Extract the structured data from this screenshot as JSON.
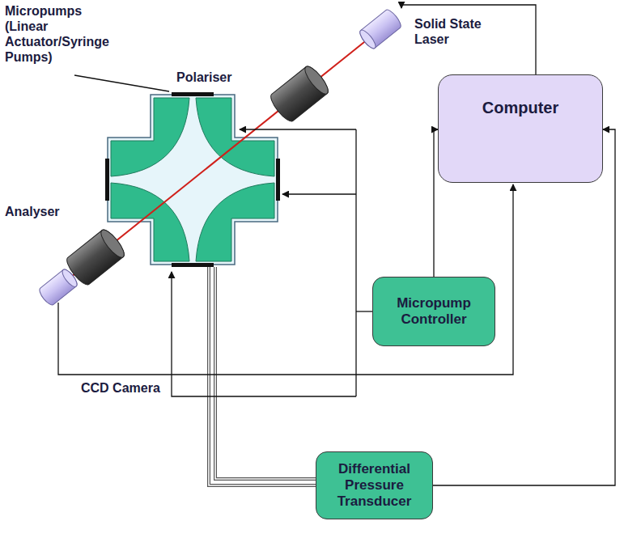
{
  "diagram": {
    "nodes": [
      {
        "text": [
          "Computer"
        ]
      },
      {
        "text": [
          "Micropump Controller"
        ]
      },
      {
        "text": [
          "Differential Pressure Transducer"
        ]
      }
    ],
    "edges": [
      {
        "from": 1,
        "to": 0,
        "arrow": "to"
      },
      {
        "from": 2,
        "to": 0,
        "arrow": "to"
      }
    ],
    "labels": [
      "Micropumps (Linear Actuator/Syringe Pumps)",
      "Polariser",
      "Solid State Laser",
      "Analyser",
      "CCD Camera"
    ]
  }
}
